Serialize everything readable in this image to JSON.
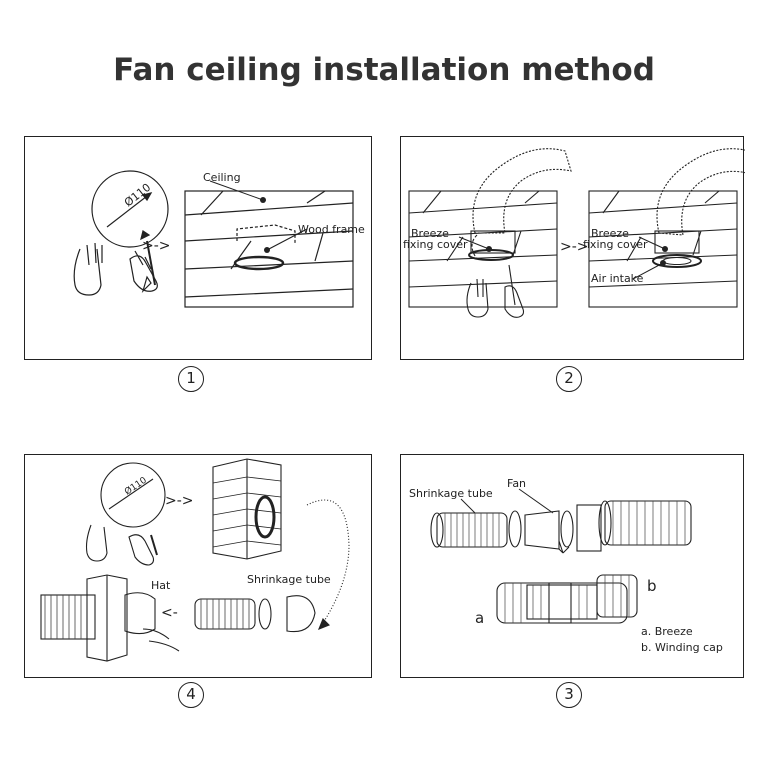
{
  "title": "Fan ceiling installation method",
  "panels": {
    "p1": {
      "step": "1",
      "diameter": "Ø110",
      "ceiling": "Ceiling",
      "wood_frame": "Wood frame"
    },
    "p2": {
      "step": "2",
      "breeze_left": "Breeze",
      "fixing_left": "fixing cover",
      "breeze_right": "Breeze",
      "fixing_right": "fixing cover",
      "air_intake": "Air intake"
    },
    "p3": {
      "step": "3",
      "shrinkage_tube": "Shrinkage tube",
      "fan": "Fan",
      "a": "a",
      "b": "b",
      "legend_a": "a. Breeze",
      "legend_b": "b. Winding cap"
    },
    "p4": {
      "step": "4",
      "diameter": "Ø110",
      "hat": "Hat",
      "shrinkage_tube": "Shrinkage tube"
    }
  }
}
